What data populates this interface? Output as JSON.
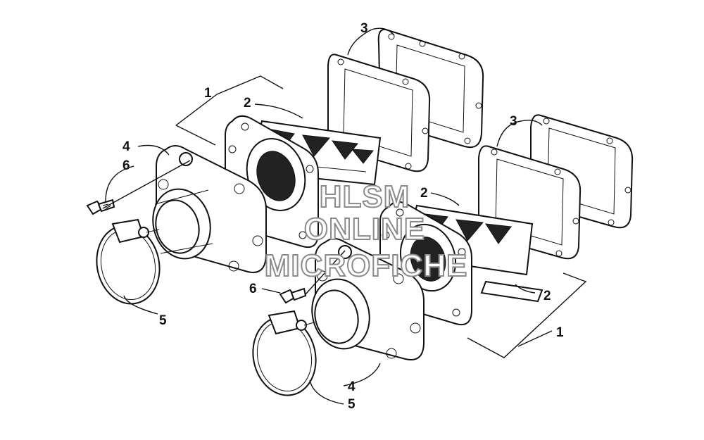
{
  "callouts": {
    "c1a": "1",
    "c2a": "2",
    "c3a": "3",
    "c4a": "4",
    "c5a": "5",
    "c6a": "6",
    "c1b": "1",
    "c2b": "2",
    "c2c": "2",
    "c3b": "3",
    "c4b": "4",
    "c5b": "5",
    "c6b": "6"
  },
  "watermark": {
    "line1": "HLSM",
    "line2": "ONLINE",
    "line3": "MICROFICHE"
  }
}
